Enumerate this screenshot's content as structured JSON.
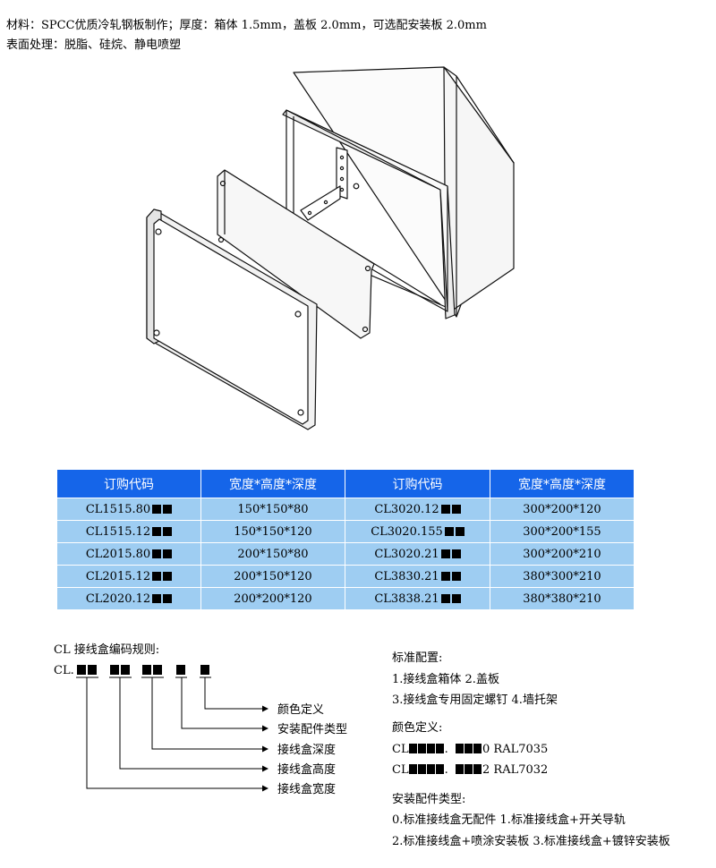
{
  "intro": {
    "line1": "材料：SPCC优质冷轧钢板制作；厚度：箱体 1.5mm，盖板 2.0mm，可选配安装板 2.0mm",
    "line2": "表面处理：脱脂、硅烷、静电喷塑"
  },
  "table": {
    "headers": [
      "订购代码",
      "宽度*高度*深度",
      "订购代码",
      "宽度*高度*深度"
    ],
    "rows": [
      {
        "code1": "CL1515.80",
        "size1": "150*150*80",
        "code2": "CL3020.12",
        "size2": "300*200*120"
      },
      {
        "code1": "CL1515.12",
        "size1": "150*150*120",
        "code2": "CL3020.155",
        "size2": "300*200*155"
      },
      {
        "code1": "CL2015.80",
        "size1": "200*150*80",
        "code2": "CL3020.21",
        "size2": "300*200*210"
      },
      {
        "code1": "CL2015.12",
        "size1": "200*150*120",
        "code2": "CL3830.21",
        "size2": "380*300*210"
      },
      {
        "code1": "CL2020.12",
        "size1": "200*200*120",
        "code2": "CL3838.21",
        "size2": "380*380*210"
      }
    ],
    "colors": {
      "header_bg": "#1565e9",
      "cell_bg": "#9ecdf2"
    }
  },
  "coding": {
    "title": "CL 接线盒编码规则:",
    "prefix": "CL.",
    "labels": [
      "颜色定义",
      "安装配件类型",
      "接线盒深度",
      "接线盒高度",
      "接线盒宽度"
    ]
  },
  "standard": {
    "title": "标准配置:",
    "line1": "1.接线盒箱体 2.盖板",
    "line2": "3.接线盒专用固定螺钉 4.墙托架"
  },
  "colors_def": {
    "title": "颜色定义:",
    "line1_prefix": "CL",
    "line1_suffix": "0 RAL7035",
    "line2_prefix": "CL",
    "line2_suffix": "2 RAL7032"
  },
  "accessory": {
    "title": "安装配件类型:",
    "line1": "0.标准接线盒无配件 1.标准接线盒+开关导轨",
    "line2": "2.标准接线盒+喷涂安装板 3.标准接线盒+镀锌安装板"
  }
}
